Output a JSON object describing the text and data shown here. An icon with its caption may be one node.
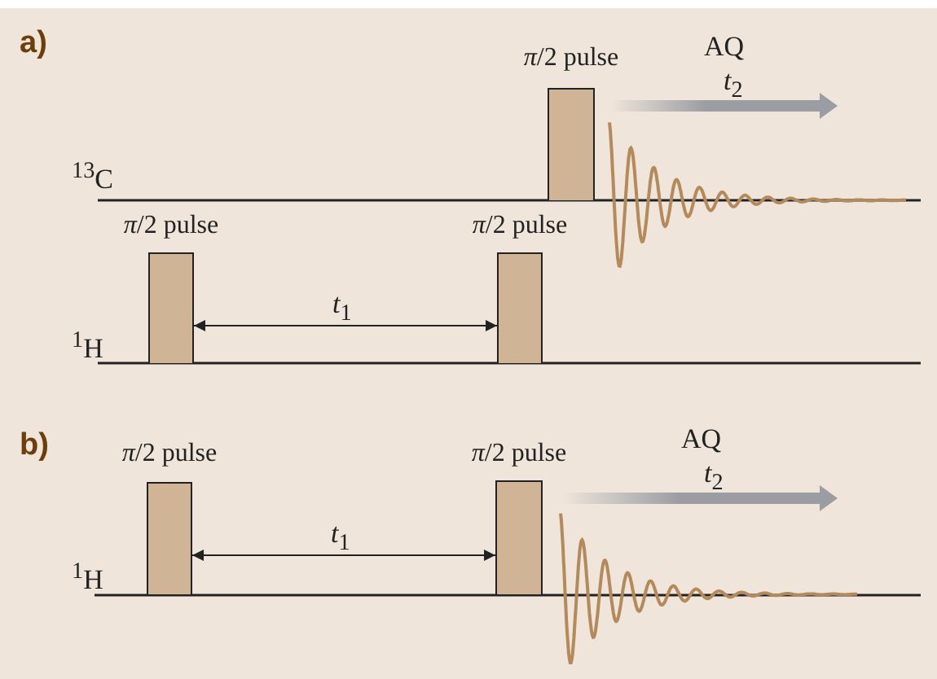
{
  "diagram": {
    "nodes": [
      {
        "text": [
          "*π*/2 pulse"
        ]
      },
      {
        "text": [
          "*π*/2 pulse"
        ]
      },
      {
        "text": [
          "*π*/2 pulse"
        ]
      },
      {
        "text": [
          "*π*/2 pulse"
        ]
      },
      {
        "text": [
          "*π*/2 pulse"
        ]
      }
    ],
    "edges": [
      {
        "from": 1,
        "to": 2,
        "arrow": "both",
        "label": "*t*$_{1}$"
      },
      {
        "from": 3,
        "to": 4,
        "arrow": "both",
        "label": "*t*$_{1}$"
      }
    ],
    "labels": [
      "a)",
      "AQ",
      "*t*$_{2}$",
      "$^{13}$C",
      "$^{1}$H",
      "b)",
      "AQ",
      "*t*$_{2}$",
      "$^{1}$H"
    ]
  }
}
